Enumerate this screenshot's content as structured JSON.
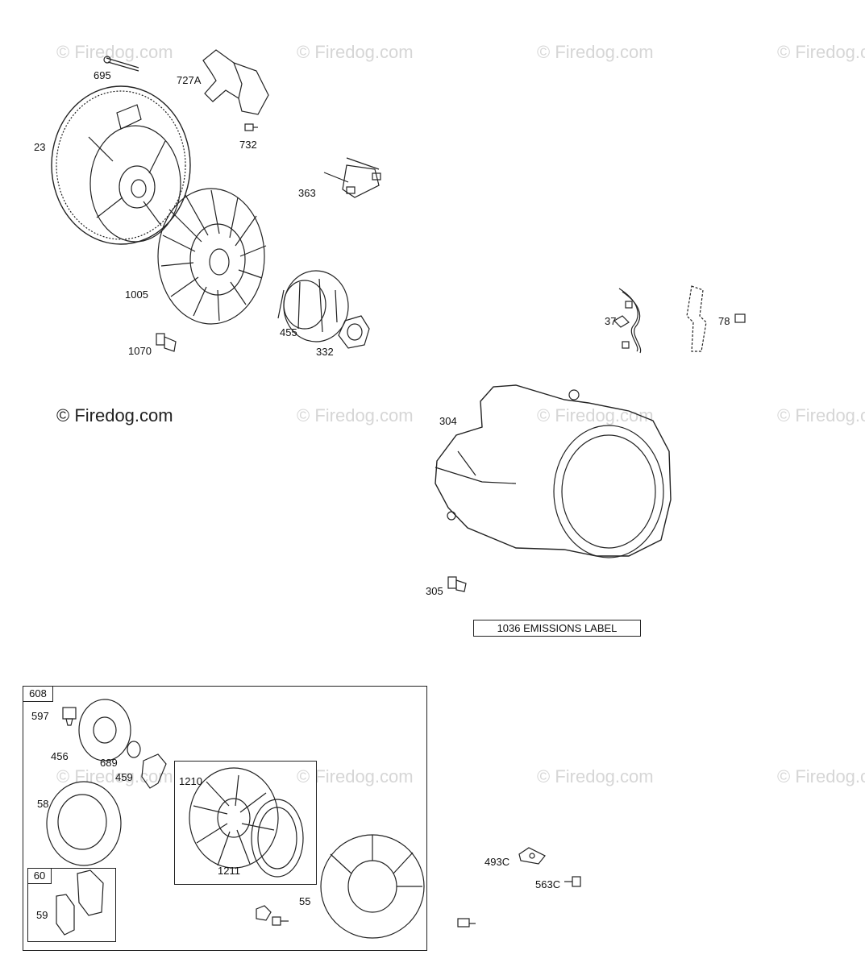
{
  "watermark": {
    "text": "© Firedog.com"
  },
  "copyright": "© Firedog.com",
  "emissions_label": "1036 EMISSIONS LABEL",
  "kits": {
    "starter_kit": "608",
    "handle_kit": "60"
  },
  "parts": {
    "p695": "695",
    "p727a": "727A",
    "p732": "732",
    "p23": "23",
    "p363": "363",
    "p1005": "1005",
    "p455": "455",
    "p332": "332",
    "p1070": "1070",
    "p37": "37",
    "p78": "78",
    "p304": "304",
    "p305": "305",
    "p597": "597",
    "p456": "456",
    "p689": "689",
    "p459": "459",
    "p58": "58",
    "p1210": "1210",
    "p1211": "1211",
    "p55": "55",
    "p59": "59",
    "p493c": "493C",
    "p563c": "563C"
  }
}
